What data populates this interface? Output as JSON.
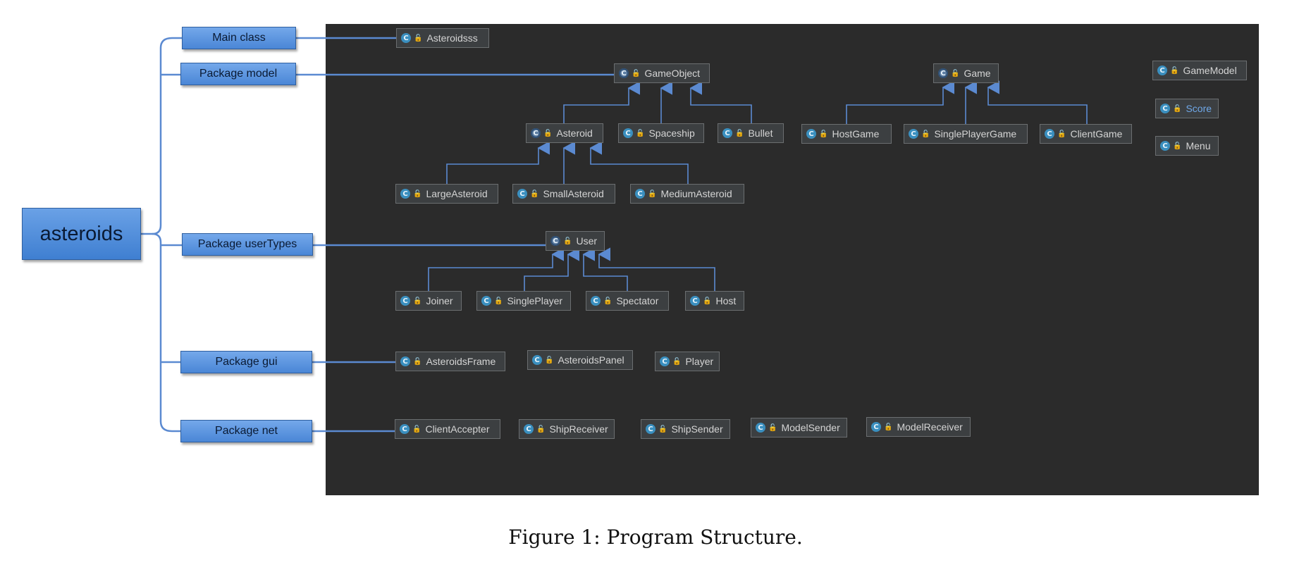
{
  "root": {
    "label": "asteroids"
  },
  "packages": {
    "main": "Main class",
    "model": "Package model",
    "userTypes": "Package userTypes",
    "gui": "Package gui",
    "net": "Package net"
  },
  "classes": {
    "asteroidsss": "Asteroidsss",
    "gameobject": "GameObject",
    "asteroid": "Asteroid",
    "spaceship": "Spaceship",
    "bullet": "Bullet",
    "largeasteroid": "LargeAsteroid",
    "smallasteroid": "SmallAsteroid",
    "mediumasteroid": "MediumAsteroid",
    "game": "Game",
    "hostgame": "HostGame",
    "singleplayergame": "SinglePlayerGame",
    "clientgame": "ClientGame",
    "gamemodel": "GameModel",
    "score": "Score",
    "menu": "Menu",
    "user": "User",
    "joiner": "Joiner",
    "singleplayer": "SinglePlayer",
    "spectator": "Spectator",
    "host": "Host",
    "asteroidsframe": "AsteroidsFrame",
    "asteroidspanel": "AsteroidsPanel",
    "player": "Player",
    "clientaccepter": "ClientAccepter",
    "shipreceiver": "ShipReceiver",
    "shipsender": "ShipSender",
    "modelsender": "ModelSender",
    "modelreceiver": "ModelReceiver"
  },
  "icons": {
    "class": "C",
    "lock": "🔓"
  },
  "colors": {
    "panel": "#2b2b2b",
    "connector": "#5b8ad1",
    "node_fill": "#3c3f41",
    "package_fill": "#4a86d6",
    "class_badge": "#3a8fbf",
    "accent_text": "#6fa8e8"
  },
  "caption": "Figure 1: Program Structure."
}
